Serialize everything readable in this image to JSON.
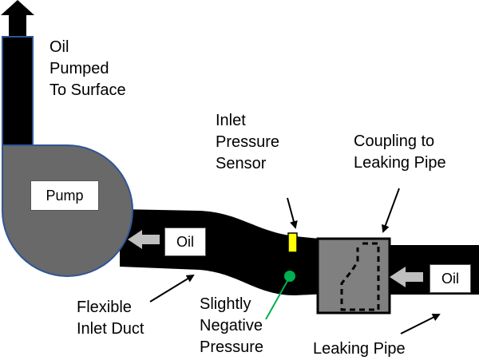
{
  "labels": {
    "oil_pumped": "Oil\nPumped\nTo Surface",
    "inlet_sensor": "Inlet\nPressure\nSensor",
    "coupling": "Coupling to\nLeaking Pipe",
    "flexible_duct": "Flexible\nInlet Duct",
    "negative_pressure": "Slightly\nNegative\nPressure",
    "leaking_pipe": "Leaking Pipe"
  },
  "boxes": {
    "pump": "Pump",
    "oil_left": "Oil",
    "oil_right": "Oil"
  },
  "colors": {
    "pipe": "#000000",
    "pump_fill": "#696969",
    "pump_outline": "#2f5597",
    "coupling_fill": "#808080",
    "sensor": "#ffff00",
    "pressure_dot": "#00b050",
    "flow_arrow": "#bfbfbf"
  },
  "icons": [
    "up-arrow-icon",
    "flow-arrow-icon",
    "pointer-arrow-icon",
    "sensor-icon",
    "pressure-dot-icon"
  ]
}
